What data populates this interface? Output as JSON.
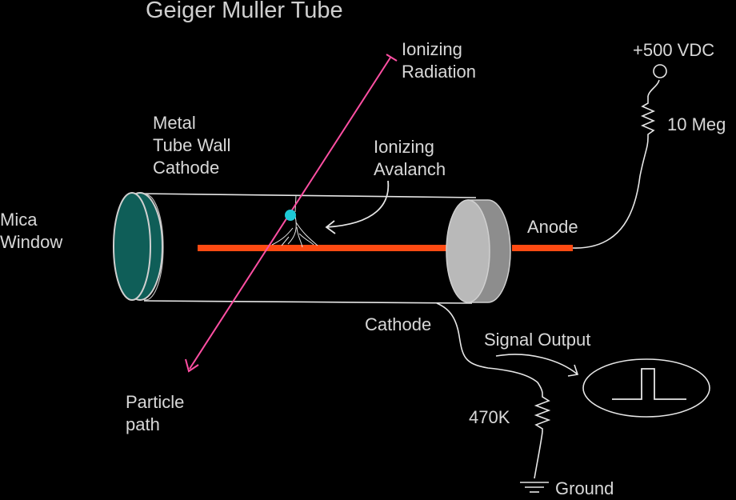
{
  "title": "Geiger Muller Tube",
  "labels": {
    "ionizing_radiation": "Ionizing\nRadiation",
    "voltage": "+500 VDC",
    "resistor_top": "10 Meg",
    "metal_tube_wall": "Metal\nTube Wall\nCathode",
    "ionizing_avalanche": "Ionizing\nAvalanch",
    "mica_window": "Mica\nWindow",
    "anode": "Anode",
    "cathode": "Cathode",
    "signal_output": "Signal Output",
    "particle_path": "Particle\npath",
    "resistor_bottom": "470K",
    "ground": "Ground"
  },
  "colors": {
    "background": "#000000",
    "text": "#d8d8d8",
    "wire": "#e6e6e6",
    "anode_rod": "#ff4a12",
    "particle_path": "#ff4fa3",
    "mica_window": "#0f5e58",
    "end_cap": "#b9b9b9",
    "ion_dot": "#1ec9d6"
  }
}
